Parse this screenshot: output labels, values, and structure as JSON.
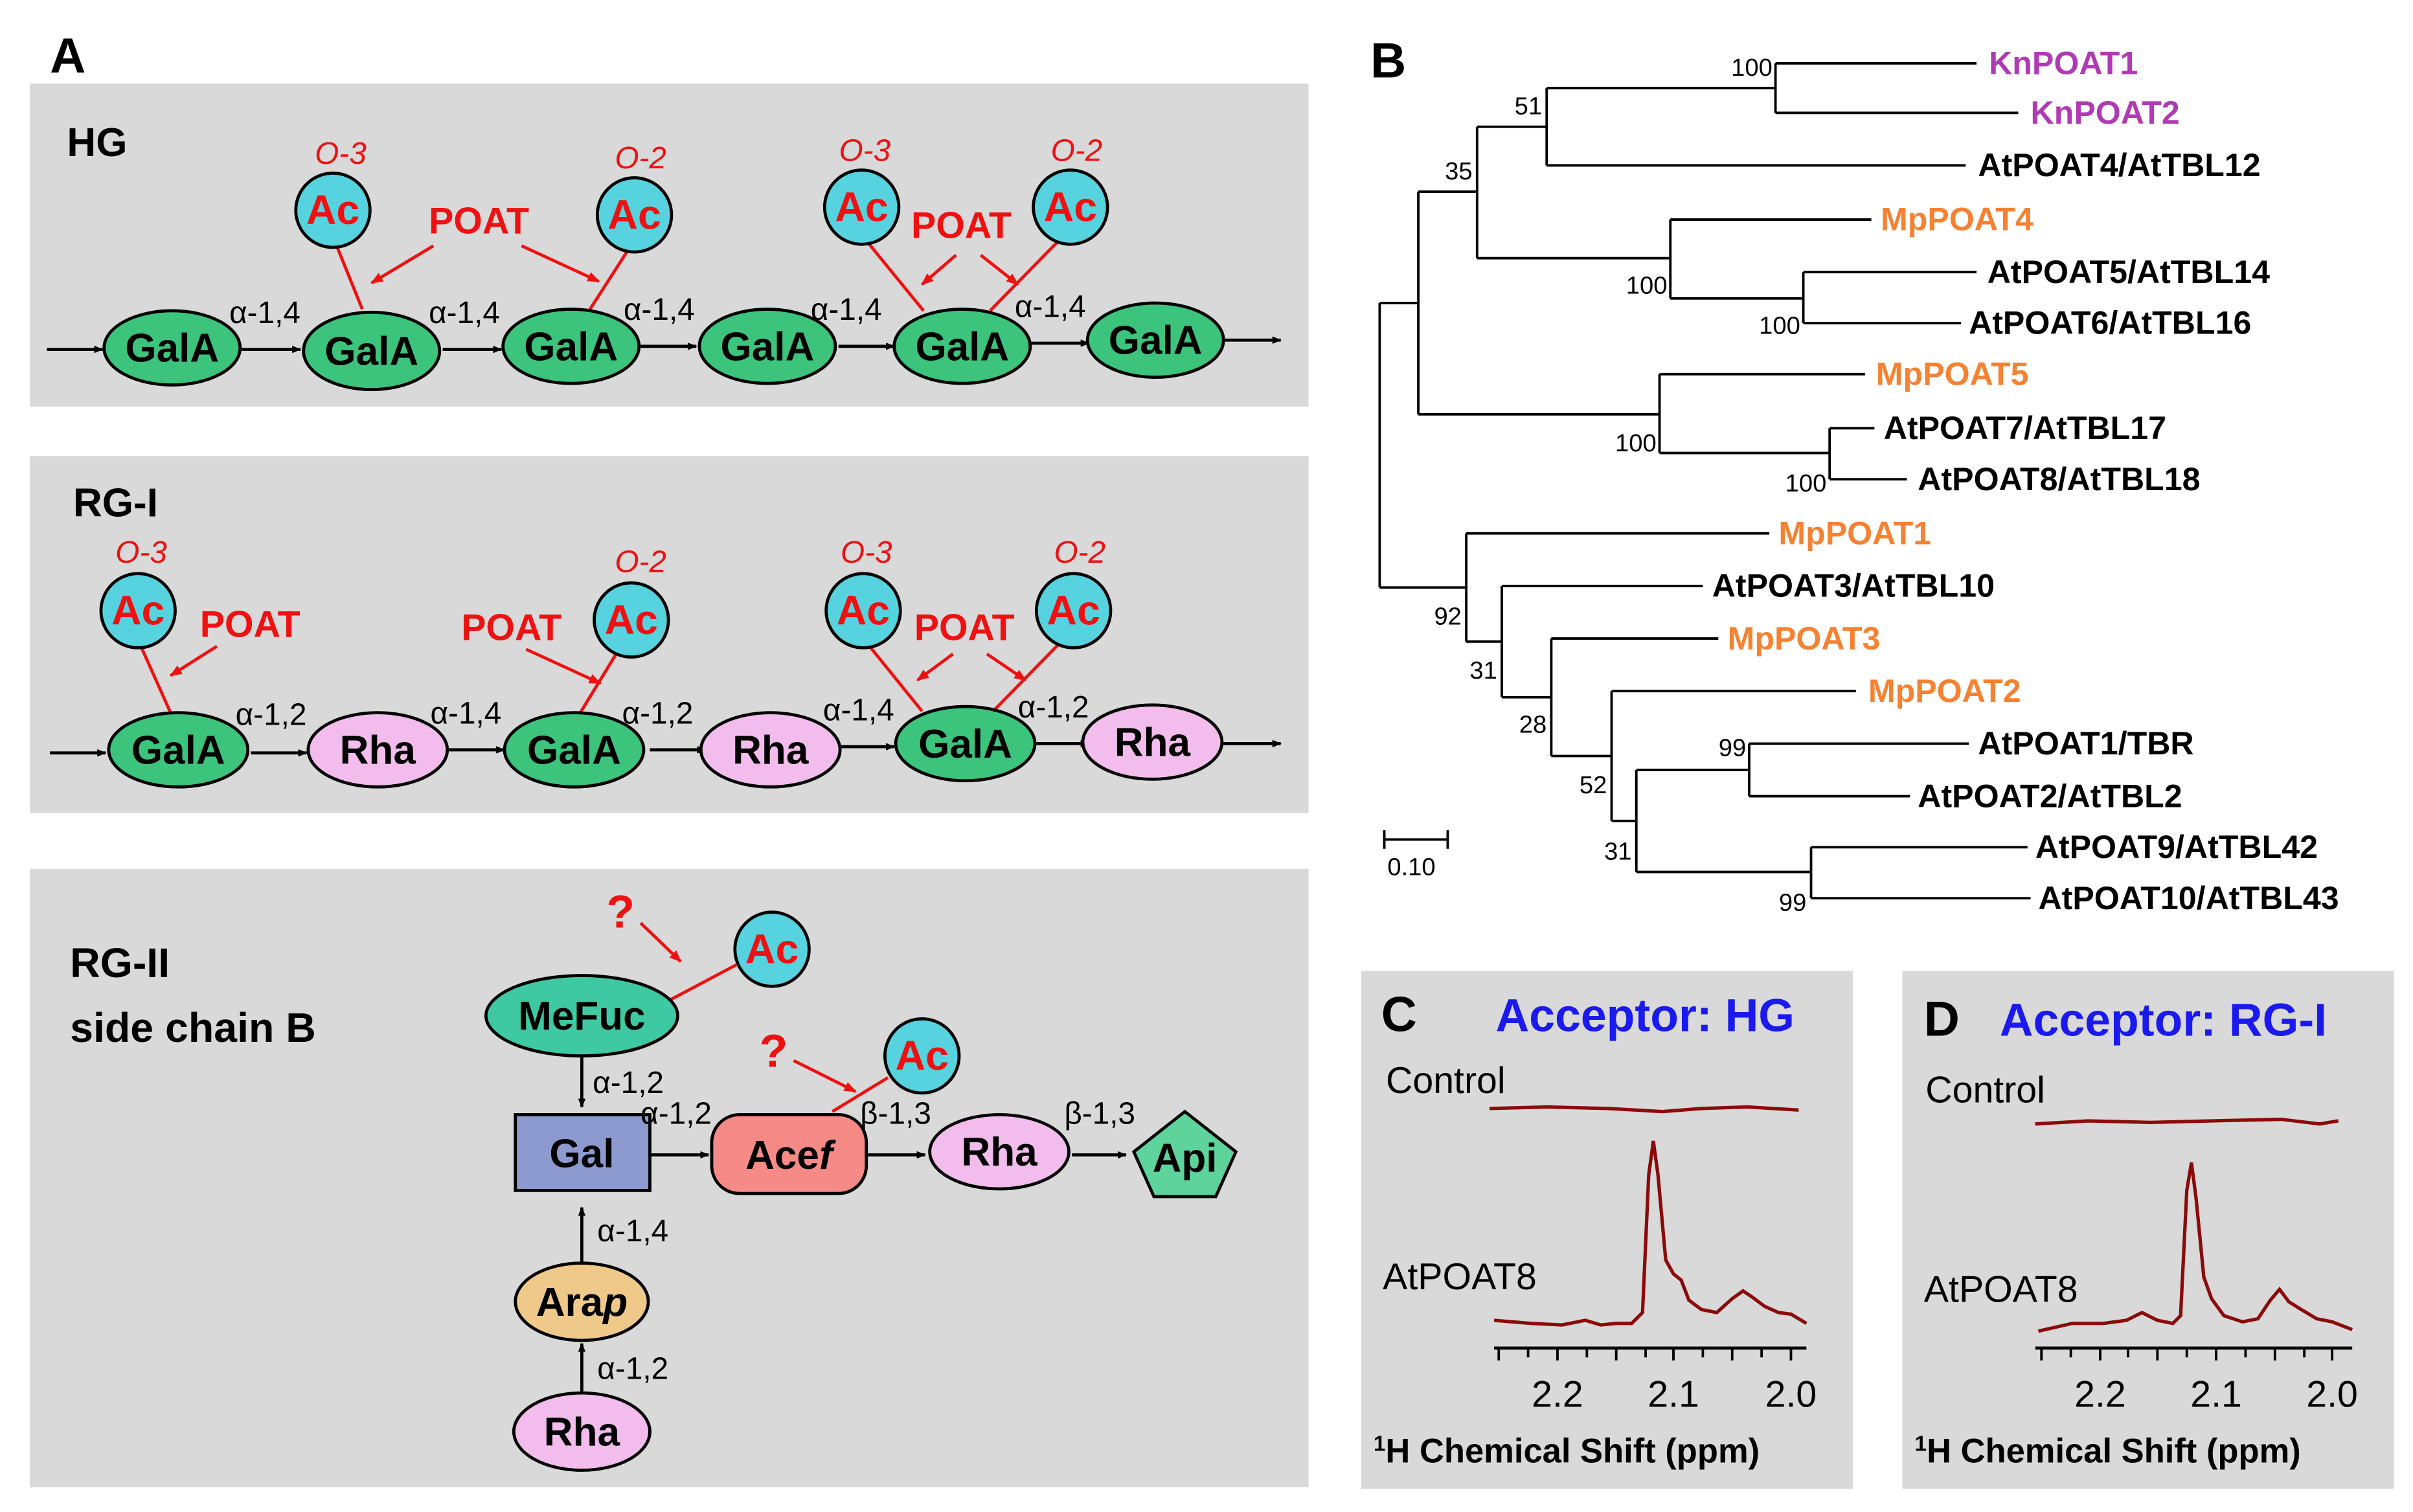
{
  "colors": {
    "panel_bg": "#d9d9d9",
    "gala": "#3cc47c",
    "rha": "#f2bcec",
    "ac": "#56d3df",
    "mefuc": "#3fc9a2",
    "gal": "#8c9ad0",
    "acef": "#f58a87",
    "arap": "#eec98a",
    "api": "#5ed39c",
    "red": "#ee1111",
    "orange": "#f58232",
    "magenta": "#b03ab4",
    "blue": "#1a1aee",
    "nmr": "#8b0a0a"
  },
  "panel_a": {
    "label": "A",
    "hg": {
      "title": "HG",
      "sugar": "GalA",
      "linkage": "α-1,4",
      "ac": "Ac",
      "o3": "O-3",
      "o2": "O-2",
      "poat": "POAT"
    },
    "rg1": {
      "title": "RG-I",
      "gala": "GalA",
      "rha": "Rha",
      "link_a12": "α-1,2",
      "link_a14": "α-1,4",
      "ac": "Ac",
      "o3": "O-3",
      "o2": "O-2",
      "poat": "POAT"
    },
    "rg2": {
      "title_line1": "RG-II",
      "title_line2": "side chain B",
      "mefuc": "MeFuc",
      "gal": "Gal",
      "acef_main": "Ace",
      "acef_italic": "f",
      "rha": "Rha",
      "api": "Api",
      "arap_main": "Ara",
      "arap_italic": "p",
      "ac": "Ac",
      "question": "?",
      "link_a12": "α-1,2",
      "link_b13": "β-1,3",
      "link_a14": "α-1,4"
    }
  },
  "panel_b": {
    "label": "B",
    "scale": "0.10",
    "leaves": [
      {
        "name": "KnPOAT1",
        "color": "magenta"
      },
      {
        "name": "KnPOAT2",
        "color": "magenta"
      },
      {
        "name": "AtPOAT4/AtTBL12",
        "color": "black"
      },
      {
        "name": "MpPOAT4",
        "color": "orange"
      },
      {
        "name": "AtPOAT5/AtTBL14",
        "color": "black"
      },
      {
        "name": "AtPOAT6/AtTBL16",
        "color": "black"
      },
      {
        "name": "MpPOAT5",
        "color": "orange"
      },
      {
        "name": "AtPOAT7/AtTBL17",
        "color": "black"
      },
      {
        "name": "AtPOAT8/AtTBL18",
        "color": "black"
      },
      {
        "name": "MpPOAT1",
        "color": "orange"
      },
      {
        "name": "AtPOAT3/AtTBL10",
        "color": "black"
      },
      {
        "name": "MpPOAT3",
        "color": "orange"
      },
      {
        "name": "MpPOAT2",
        "color": "orange"
      },
      {
        "name": "AtPOAT1/TBR",
        "color": "black"
      },
      {
        "name": "AtPOAT2/AtTBL2",
        "color": "black"
      },
      {
        "name": "AtPOAT9/AtTBL42",
        "color": "black"
      },
      {
        "name": "AtPOAT10/AtTBL43",
        "color": "black"
      }
    ],
    "bootstrap": [
      "100",
      "51",
      "35",
      "100",
      "100",
      "100",
      "100",
      "92",
      "31",
      "28",
      "52",
      "99",
      "31",
      "99"
    ]
  },
  "panel_c": {
    "label": "C",
    "title": "Acceptor: HG",
    "control": "Control",
    "sample": "AtPOAT8",
    "ticks": [
      "2.2",
      "2.1",
      "2.0"
    ],
    "xlabel_sup": "1",
    "xlabel": "H Chemical Shift (ppm)"
  },
  "panel_d": {
    "label": "D",
    "title": "Acceptor: RG-I",
    "control": "Control",
    "sample": "AtPOAT8",
    "ticks": [
      "2.2",
      "2.1",
      "2.0"
    ],
    "xlabel_sup": "1",
    "xlabel": "H Chemical Shift (ppm)"
  }
}
